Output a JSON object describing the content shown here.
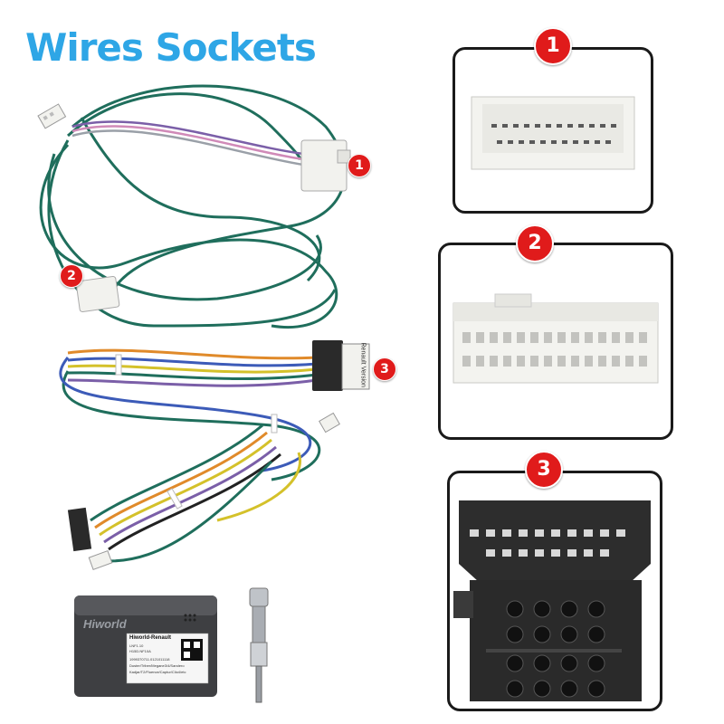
{
  "title": "Wires Sockets",
  "badges": [
    "1",
    "2",
    "3"
  ],
  "connector_tag_text": "Renault Version",
  "module": {
    "brand": "Hiworld",
    "sticker_title": "Hiworld-Renault",
    "sticker_lines": [
      "LNF1.10",
      "H15D.NF10A",
      "1999370711.0121011118",
      "Duster/Triber/Megane3/4/Sandero",
      "Kadjar/T2/Fluence/Captur/Clio4/etc"
    ]
  },
  "colors": {
    "title_blue": "#2ea6e6",
    "badge_red": "#e01b1b",
    "wire_green": "#1f6e5c",
    "connector_white": "#f2f2ee",
    "connector_black": "#2a2a2a"
  }
}
